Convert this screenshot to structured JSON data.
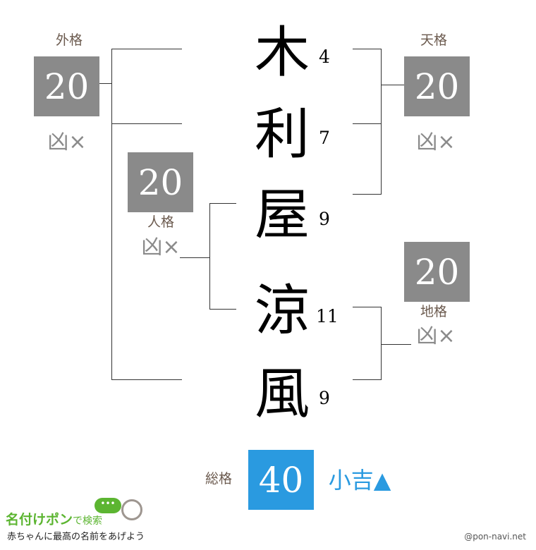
{
  "name_chars": [
    {
      "char": "木",
      "strokes": "4"
    },
    {
      "char": "利",
      "strokes": "7"
    },
    {
      "char": "屋",
      "strokes": "9"
    },
    {
      "char": "涼",
      "strokes": "11"
    },
    {
      "char": "風",
      "strokes": "9"
    }
  ],
  "gaikaku": {
    "label": "外格",
    "value": "20",
    "fortune": "凶×"
  },
  "tenkaku": {
    "label": "天格",
    "value": "20",
    "fortune": "凶×"
  },
  "jinkaku": {
    "label": "人格",
    "value": "20",
    "fortune": "凶×"
  },
  "chikaku": {
    "label": "地格",
    "value": "20",
    "fortune": "凶×"
  },
  "soukaku": {
    "label": "総格",
    "value": "40",
    "fortune": "小吉▲"
  },
  "colors": {
    "box_gray": "#8a8a8a",
    "total_blue": "#2a9ae0",
    "logo_green": "#5cb531"
  },
  "logo": {
    "title": "名付けポン",
    "suffix": "で検索",
    "tagline": "赤ちゃんに最高の名前をあげよう"
  },
  "credit": "@pon-navi.net"
}
